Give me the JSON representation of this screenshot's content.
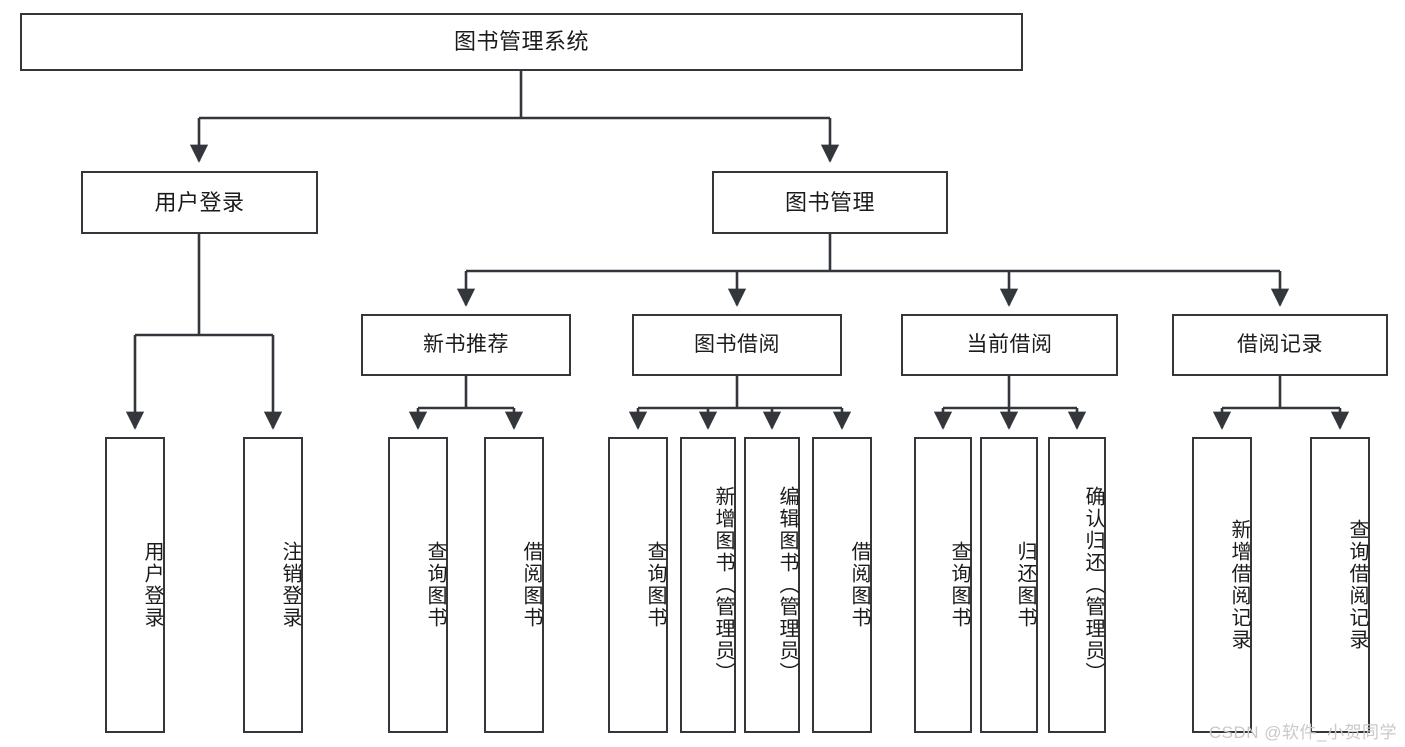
{
  "diagram": {
    "title": "图书管理系统",
    "type": "hierarchy-tree",
    "stroke_color": "#33363a",
    "fill_color": "#ffffff",
    "text_color": "#1b1b1b",
    "watermark": "CSDN @软件_小贺同学"
  },
  "nodes": {
    "root": {
      "label": "图书管理系统"
    },
    "level2": [
      {
        "id": "user-login",
        "label": "用户登录"
      },
      {
        "id": "book-manage",
        "label": "图书管理"
      }
    ],
    "level3": [
      {
        "id": "new-book-rec",
        "label": "新书推荐"
      },
      {
        "id": "book-borrow",
        "label": "图书借阅"
      },
      {
        "id": "current-borrow",
        "label": "当前借阅"
      },
      {
        "id": "borrow-record",
        "label": "借阅记录"
      }
    ],
    "leaves": [
      {
        "id": "leaf-user-login",
        "label": "用户登录",
        "parent": "user-login"
      },
      {
        "id": "leaf-user-logout",
        "label": "注销登录",
        "parent": "user-login"
      },
      {
        "id": "leaf-query-book-1",
        "label": "查询图书",
        "parent": "new-book-rec"
      },
      {
        "id": "leaf-borrow-book-1",
        "label": "借阅图书",
        "parent": "new-book-rec"
      },
      {
        "id": "leaf-query-book-2",
        "label": "查询图书",
        "parent": "book-borrow"
      },
      {
        "id": "leaf-add-book",
        "label": "新增图书（管理员）",
        "parent": "book-borrow"
      },
      {
        "id": "leaf-edit-book",
        "label": "编辑图书（管理员）",
        "parent": "book-borrow"
      },
      {
        "id": "leaf-borrow-book-2",
        "label": "借阅图书",
        "parent": "book-borrow"
      },
      {
        "id": "leaf-query-book-3",
        "label": "查询图书",
        "parent": "current-borrow"
      },
      {
        "id": "leaf-return-book",
        "label": "归还图书",
        "parent": "current-borrow"
      },
      {
        "id": "leaf-confirm-return",
        "label": "确认归还（管理员）",
        "parent": "current-borrow"
      },
      {
        "id": "leaf-add-record",
        "label": "新增借阅记录",
        "parent": "borrow-record"
      },
      {
        "id": "leaf-query-record",
        "label": "查询借阅记录",
        "parent": "borrow-record"
      }
    ]
  }
}
